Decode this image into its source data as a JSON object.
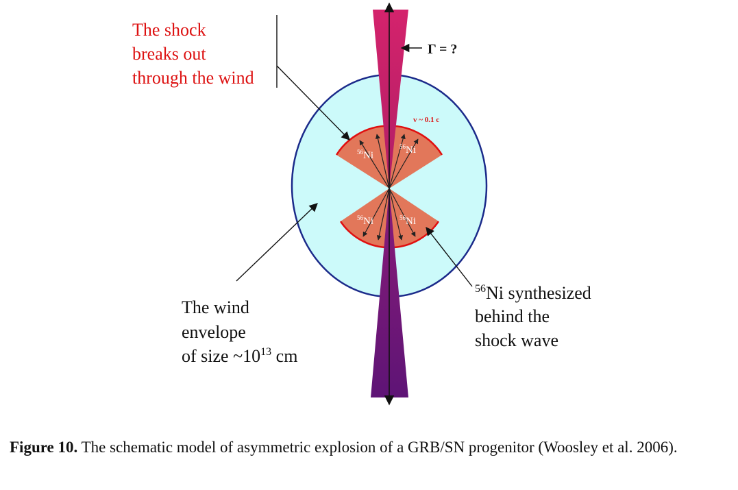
{
  "labels": {
    "breakout": [
      "The shock",
      "breaks out",
      "through the wind"
    ],
    "gamma": "Γ = ?",
    "velocity": "v ~ 0.1 c",
    "ni_isotope": "56",
    "ni_element": "Ni",
    "wind": {
      "line1": "The wind",
      "line2": "envelope",
      "line3_pre": "of size ~10",
      "line3_exp": "13",
      "line3_post": " cm"
    },
    "synth": {
      "iso": "56",
      "line1": "Ni synthesized",
      "line2": "behind the",
      "line3": "shock wave"
    }
  },
  "caption": {
    "label": "Figure 10.",
    "text": " The schematic model of asymmetric explosion of a GRB/SN progenitor (Woosley et al. 2006)."
  },
  "colors": {
    "envelope_fill": "#ccfafa",
    "envelope_stroke": "#1b2a8a",
    "sector_fill": "#e2775a",
    "sector_edge": "#e01010",
    "jet_top": "#c8226a",
    "jet_bottom": "#6a167a",
    "label_red": "#dd1111"
  }
}
